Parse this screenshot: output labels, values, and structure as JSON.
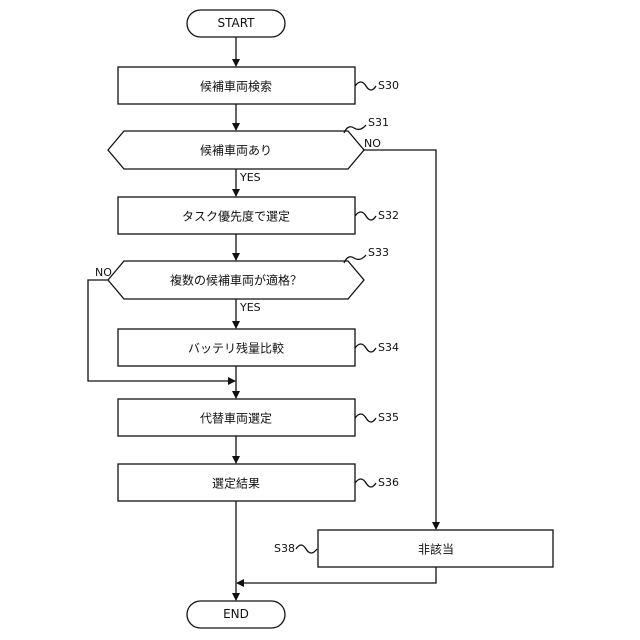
{
  "flowchart": {
    "start": "START",
    "end": "END",
    "steps": {
      "s30": {
        "text": "候補車両検索",
        "id": "S30"
      },
      "s31": {
        "text": "候補車両あり",
        "id": "S31"
      },
      "s32": {
        "text": "タスク優先度で選定",
        "id": "S32"
      },
      "s33": {
        "text": "複数の候補車両が適格？",
        "id": "S33"
      },
      "s34": {
        "text": "バッテリ残量比較",
        "id": "S34"
      },
      "s35": {
        "text": "代替車両選定",
        "id": "S35"
      },
      "s36": {
        "text": "選定結果",
        "id": "S36"
      },
      "s38": {
        "text": "非該当",
        "id": "S38"
      }
    },
    "branches": {
      "s31_yes": "YES",
      "s31_no": "NO",
      "s33_yes": "YES",
      "s33_no": "NO"
    }
  }
}
